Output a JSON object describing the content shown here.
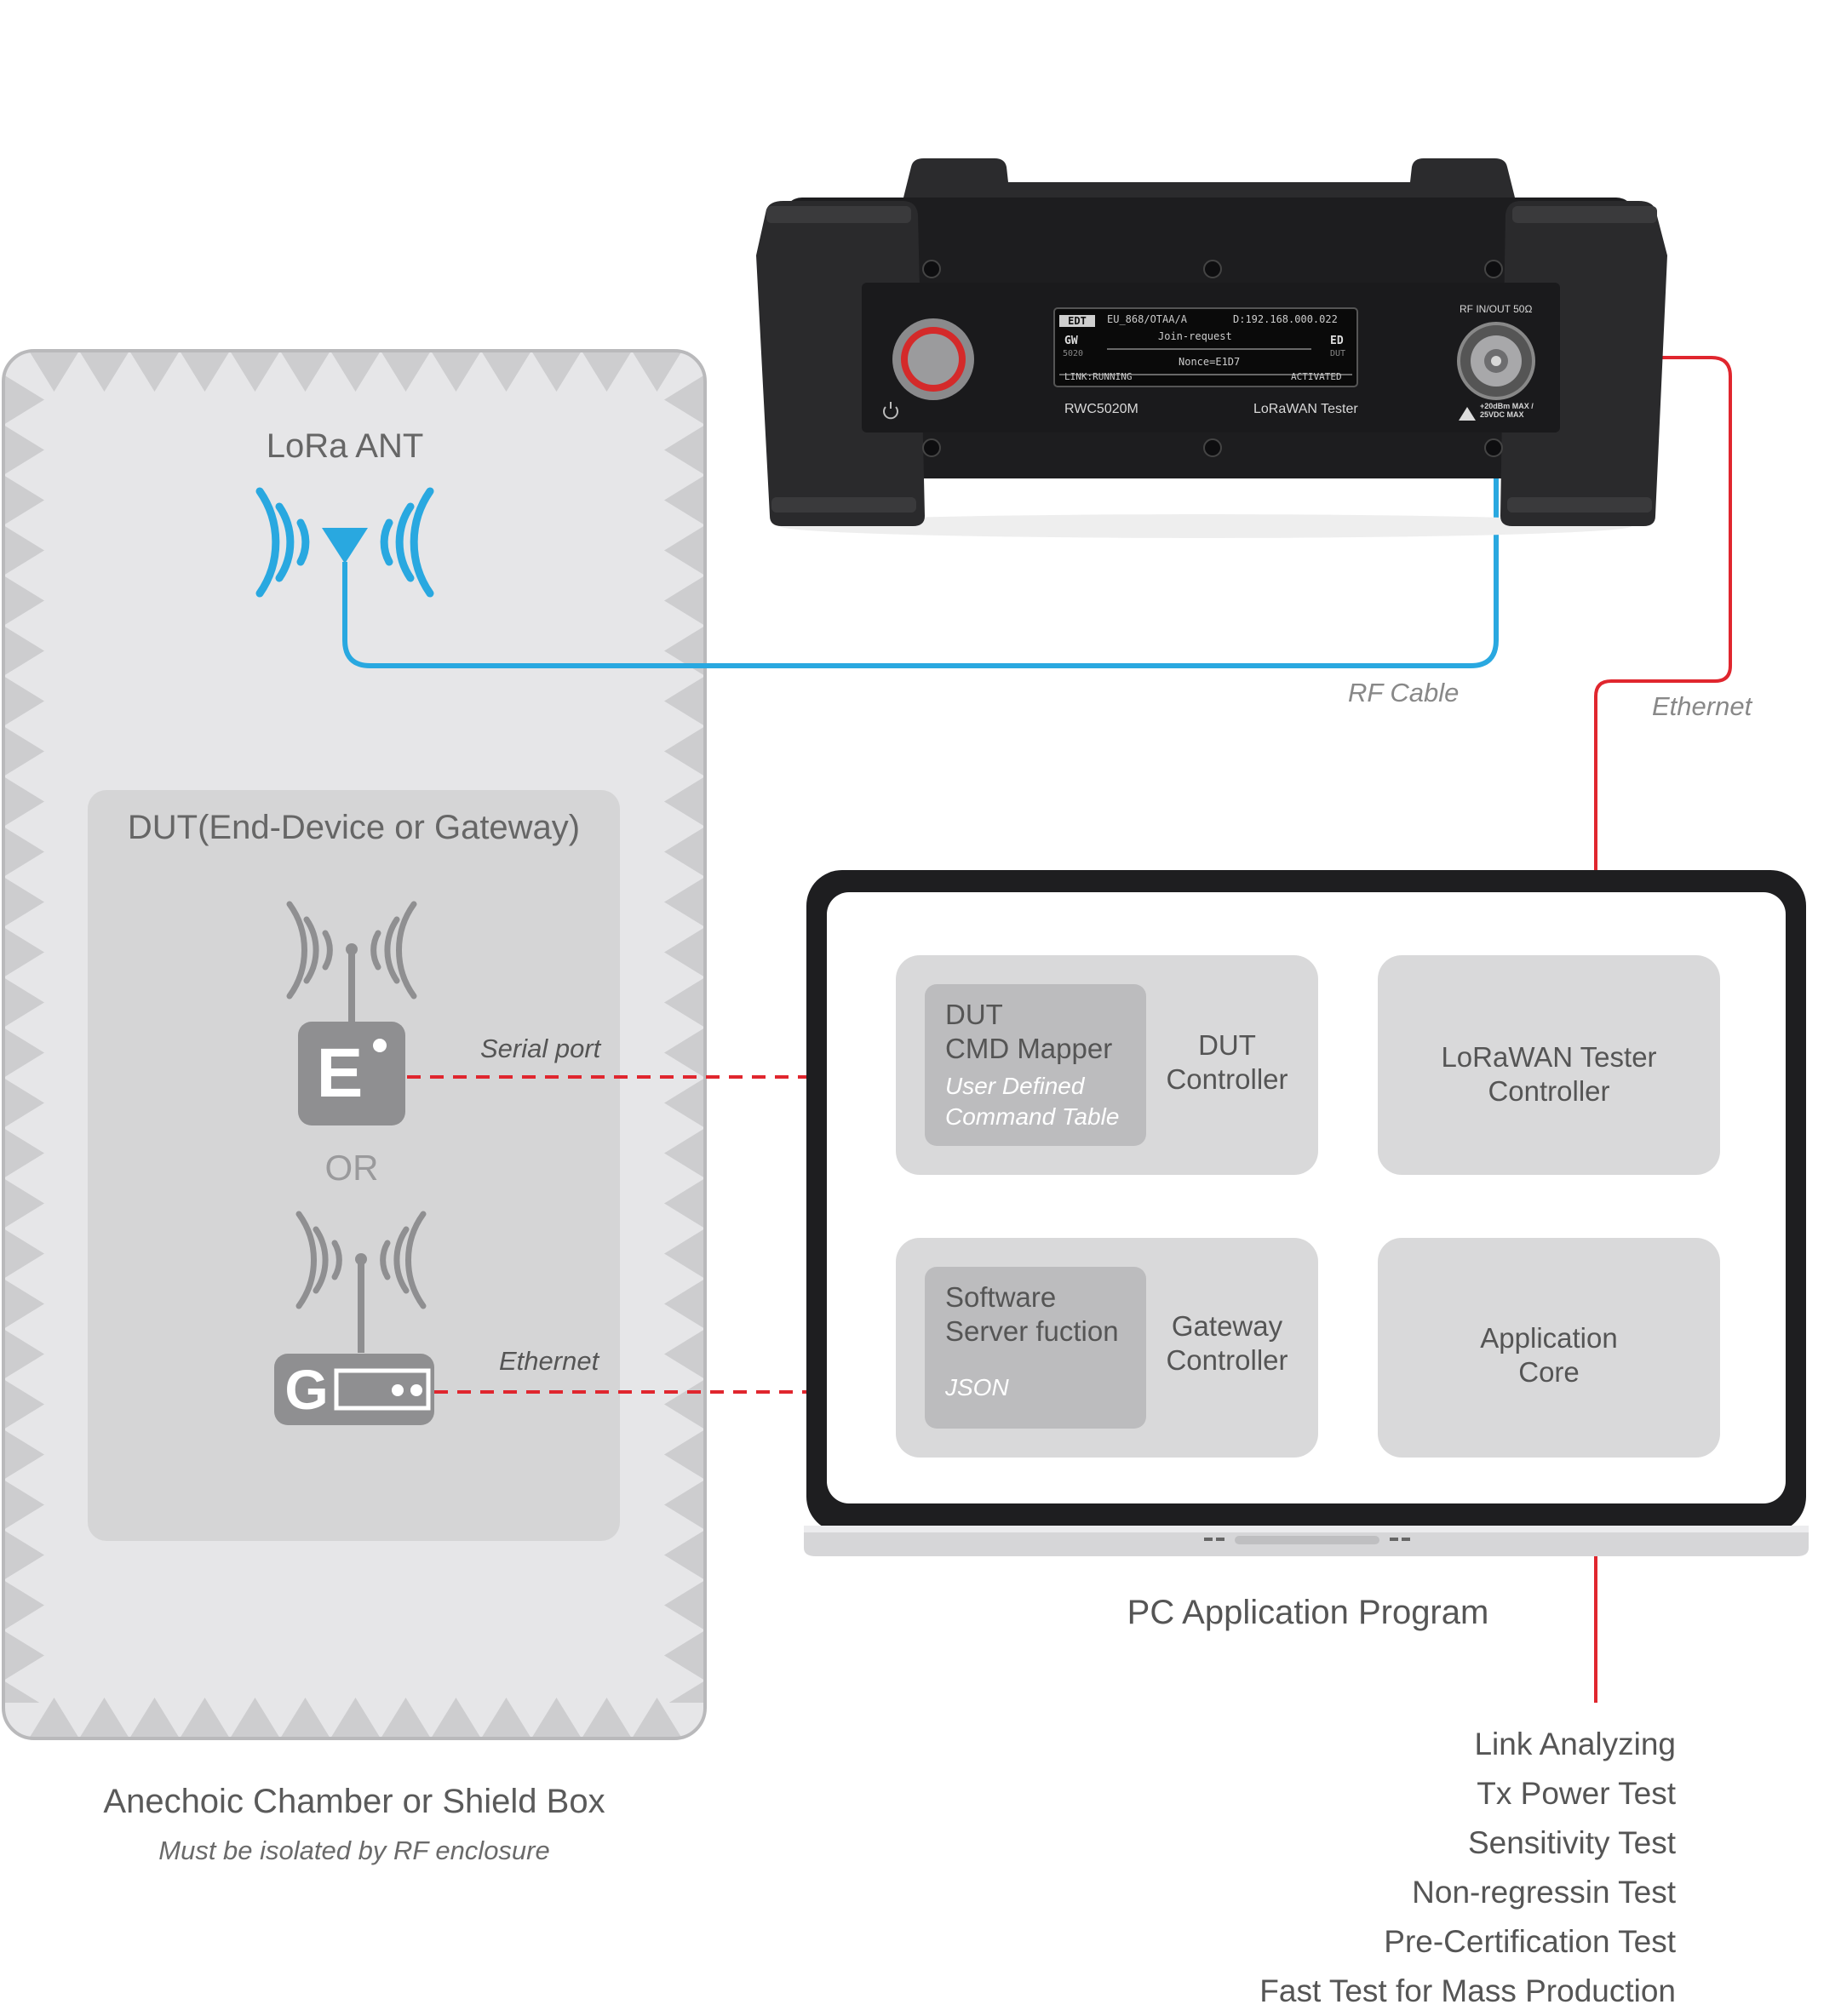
{
  "chamber": {
    "antenna_label": "LoRa ANT",
    "dut_title": "DUT(End-Device or Gateway)",
    "end_device_letter": "E",
    "or_label": "OR",
    "gateway_letter": "G",
    "title": "Anechoic Chamber or Shield Box",
    "subtitle": "Must be isolated by RF enclosure"
  },
  "connections": {
    "serial_port": "Serial port",
    "ethernet_gateway": "Ethernet",
    "rf_cable": "RF Cable",
    "ethernet_tester": "Ethernet"
  },
  "device": {
    "model": "RWC5020M",
    "name": "LoRaWAN Tester",
    "rf_port_label": "RF IN/OUT 50Ω",
    "rf_warning": "+20dBm MAX / 25VDC MAX",
    "screen": {
      "logo": "EDT",
      "band": "EU_868/OTAA/A",
      "ip": "D:192.168.000.022",
      "left_tag": "GW",
      "left_sub": "5020",
      "message": "Join-request",
      "right_tag": "ED",
      "right_sub": "DUT",
      "nonce": "Nonce=E1D7",
      "link": "LINK:RUNNING",
      "state": "ACTIVATED"
    }
  },
  "pc": {
    "caption": "PC Application Program",
    "dut_controller": {
      "inner_line1": "DUT",
      "inner_line2": "CMD Mapper",
      "inner_italic1": "User Defined",
      "inner_italic2": "Command Table",
      "label_line1": "DUT",
      "label_line2": "Controller"
    },
    "tester_controller": {
      "line1": "LoRaWAN Tester",
      "line2": "Controller"
    },
    "gateway_controller": {
      "inner_line1": "Software",
      "inner_line2": "Server fuction",
      "inner_italic": "JSON",
      "label_line1": "Gateway",
      "label_line2": "Controller"
    },
    "app_core": {
      "line1": "Application",
      "line2": "Core"
    }
  },
  "tests": [
    "Link Analyzing",
    "Tx Power Test",
    "Sensitivity Test",
    "Non-regressin Test",
    "Pre-Certification Test",
    "Fast Test for Mass Production"
  ],
  "colors": {
    "rf_cable": "#29a8e0",
    "ethernet": "#e0262e",
    "chamber_fill": "#e6e6e8",
    "block_fill": "#d9d9da",
    "inner_block_fill": "#bcbcbe"
  }
}
